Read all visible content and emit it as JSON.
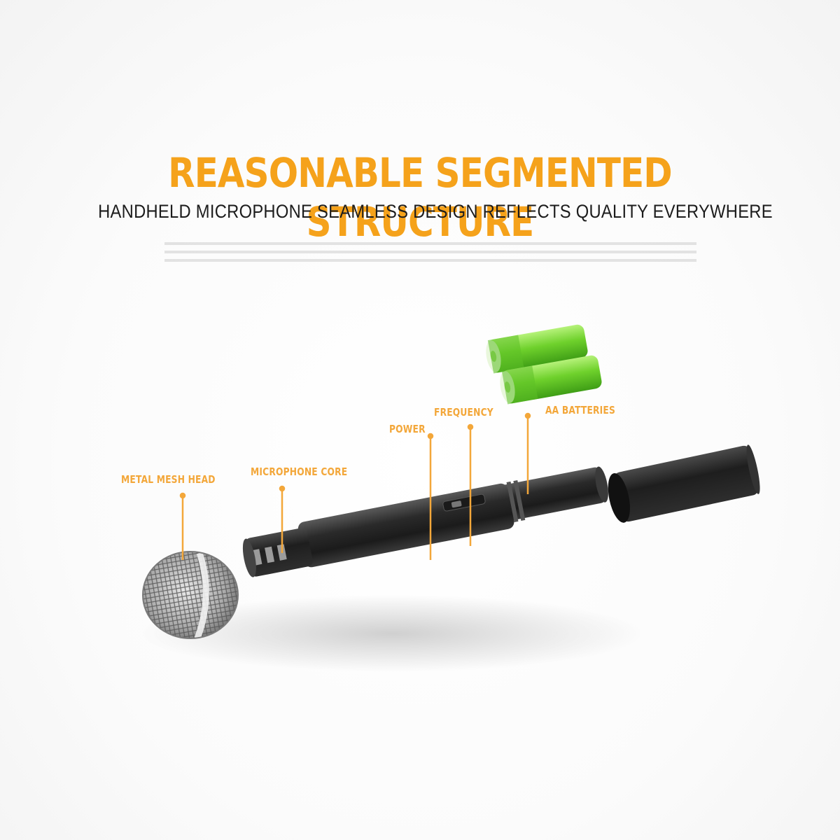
{
  "header": {
    "title": "REASONABLE SEGMENTED STRUCTURE",
    "subtitle": "HANDHELD MICROPHONE SEAMLESS DESIGN REFLECTS QUALITY EVERYWHERE"
  },
  "callouts": {
    "metal_mesh_head": "METAL MESH HEAD",
    "microphone_core": "MICROPHONE CORE",
    "power": "POWER",
    "frequency": "FREQUENCY",
    "aa_batteries": "AA BATTERIES"
  },
  "colors": {
    "accent": "#f5a21b",
    "label": "#f3a73a",
    "body": "#2b2b2b",
    "battery": "#7ddc3a"
  }
}
